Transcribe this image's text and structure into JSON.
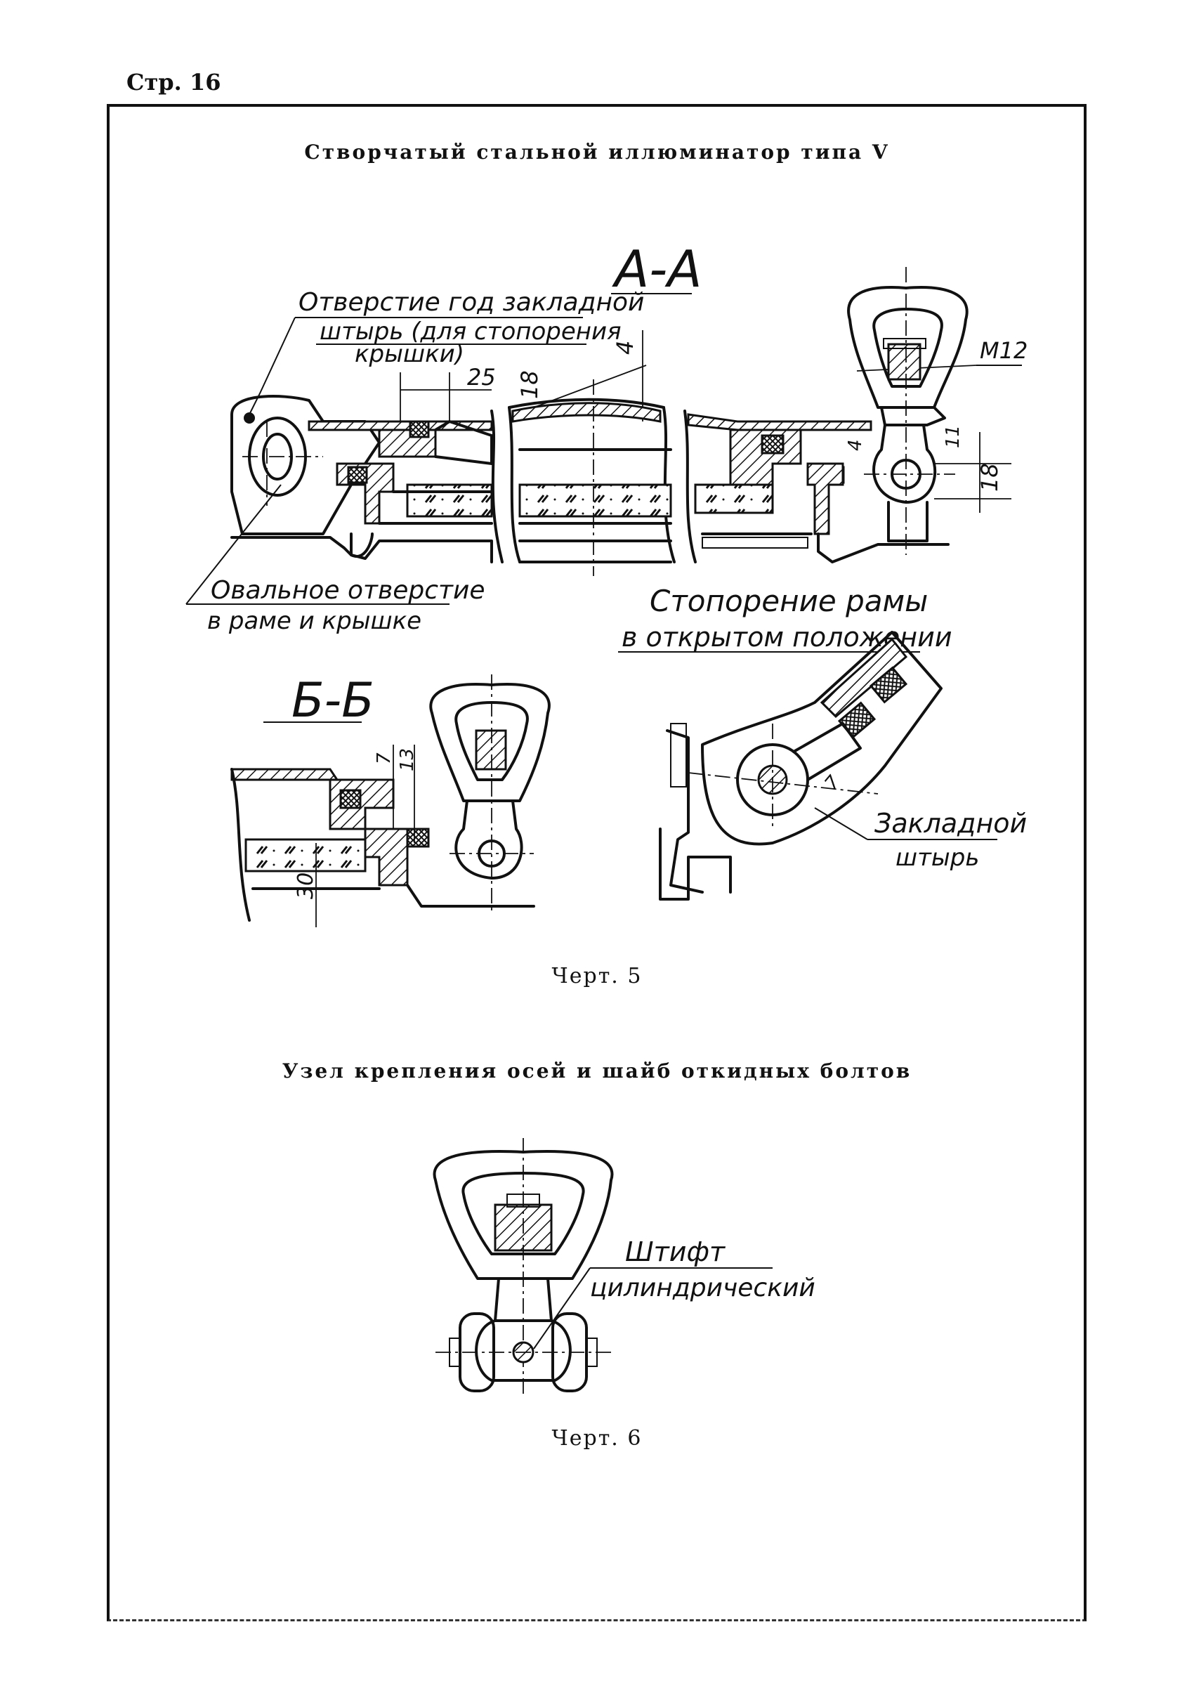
{
  "page": {
    "number": "Стр. 16"
  },
  "section1": {
    "title": "Створчатый стальной иллюминатор типа V",
    "drawing": {
      "section_aa": "А-А",
      "section_bb": "Б-Б",
      "labels": {
        "hole_pin_line1": "Отверстие год закладной",
        "hole_pin_line2": "штырь (для стопорения",
        "hole_pin_line3": "крышки)",
        "oval_line1": "Овальное отверстие",
        "oval_line2": "в раме и крышке",
        "lock_line1": "Стопорение рамы",
        "lock_line2": "в открытом положении",
        "pin_line1": "Закладной",
        "pin_line2": "штырь",
        "thread": "М12"
      },
      "dimensions": {
        "d25": "25",
        "d18a": "18",
        "d4a": "4",
        "d4b": "4",
        "d11": "11",
        "d18b": "18",
        "d7a": "7",
        "d13": "13",
        "d30": "30",
        "d7b": "7"
      }
    },
    "caption": "Черт. 5"
  },
  "section2": {
    "title": "Узел крепления осей и шайб откидных болтов",
    "drawing": {
      "labels": {
        "pin_line1": "Штифт",
        "pin_line2": "цилиндрический"
      }
    },
    "caption": "Черт. 6"
  }
}
